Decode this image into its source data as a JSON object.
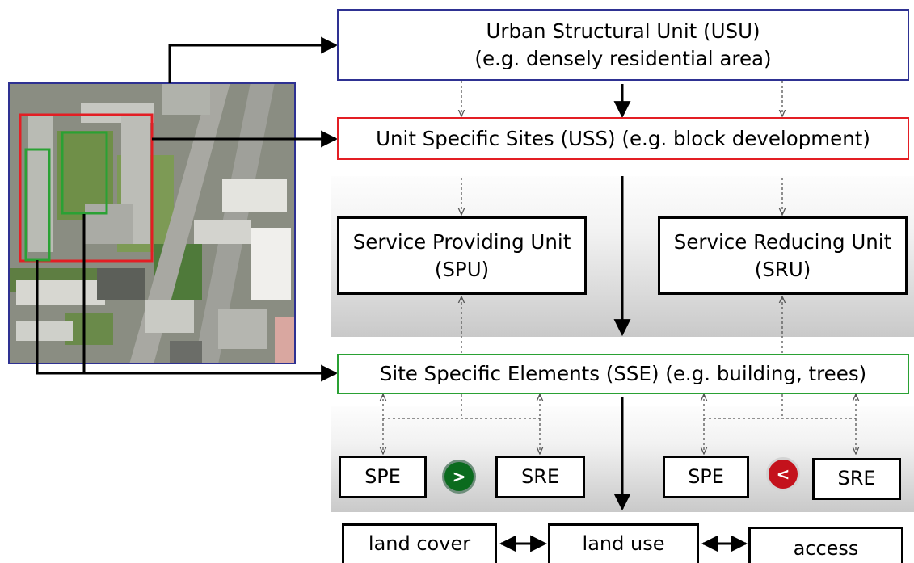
{
  "usu": {
    "line1": "Urban Structural Unit (USU)",
    "line2": "(e.g. densely residential area)",
    "color": "#2e3192"
  },
  "uss": {
    "label": "Unit Specific Sites (USS) (e.g. block development)",
    "color": "#e31e24"
  },
  "spu": {
    "line1": "Service Providing Unit",
    "line2": "(SPU)"
  },
  "sru": {
    "line1": "Service Reducing Unit",
    "line2": "(SRU)"
  },
  "sse": {
    "label": "Site Specific Elements (SSE) (e.g. building, trees)",
    "color": "#2aa134"
  },
  "left_pair": {
    "spe": "SPE",
    "sre": "SRE",
    "symbol": ">",
    "symbol_color": "#0b6b1e"
  },
  "right_pair": {
    "spe": "SPE",
    "sre": "SRE",
    "symbol": "<",
    "symbol_color": "#c4121c"
  },
  "bottom": {
    "land_cover": "land cover",
    "land_use": "land use",
    "access": "access"
  },
  "aerial_photo": {
    "frame_color": "#2e3192",
    "usu_outline_color": "#e31e24",
    "element_outline_color": "#2aa134"
  }
}
